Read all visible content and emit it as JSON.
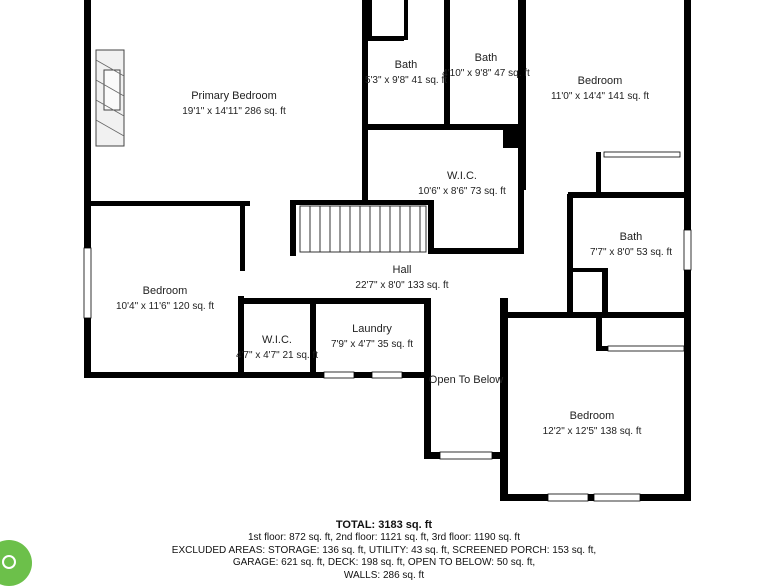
{
  "rooms": {
    "primary_bedroom": {
      "name": "Primary Bedroom",
      "dims": "19'1\" x 14'11\" 286 sq. ft"
    },
    "bath_1": {
      "name": "Bath",
      "dims": "5'3\" x 9'8\" 41 sq. ft"
    },
    "bath_2": {
      "name": "Bath",
      "dims": "4'10\" x 9'8\" 47 sq. ft"
    },
    "bedroom_ne": {
      "name": "Bedroom",
      "dims": "11'0\" x 14'4\" 141 sq. ft"
    },
    "wic_center": {
      "name": "W.I.C.",
      "dims": "10'6\" x 8'6\" 73 sq. ft"
    },
    "bath_3": {
      "name": "Bath",
      "dims": "7'7\" x 8'0\" 53 sq. ft"
    },
    "hall": {
      "name": "Hall",
      "dims": "22'7\" x 8'0\" 133 sq. ft"
    },
    "bedroom_w": {
      "name": "Bedroom",
      "dims": "10'4\" x 11'6\" 120 sq. ft"
    },
    "laundry": {
      "name": "Laundry",
      "dims": "7'9\" x 4'7\" 35 sq. ft"
    },
    "wic_small": {
      "name": "W.I.C.",
      "dims": "4'7\" x 4'7\" 21 sq. ft"
    },
    "open_to_below": {
      "name": "Open To Below"
    },
    "bedroom_se": {
      "name": "Bedroom",
      "dims": "12'2\" x 12'5\" 138 sq. ft"
    }
  },
  "summary": {
    "total": "TOTAL: 3183 sq. ft",
    "floors": "1st floor: 872 sq. ft, 2nd floor: 1121 sq. ft, 3rd floor: 1190 sq. ft",
    "excluded_1": "EXCLUDED AREAS: STORAGE: 136 sq. ft, UTILITY: 43 sq. ft, SCREENED PORCH: 153 sq. ft,",
    "excluded_2": "GARAGE: 621 sq. ft, DECK: 198 sq. ft, OPEN TO BELOW: 50 sq. ft,",
    "walls": "WALLS: 286 sq. ft"
  },
  "colors": {
    "wall": "#000000",
    "background": "#ffffff",
    "logo": "#6cc04a"
  }
}
